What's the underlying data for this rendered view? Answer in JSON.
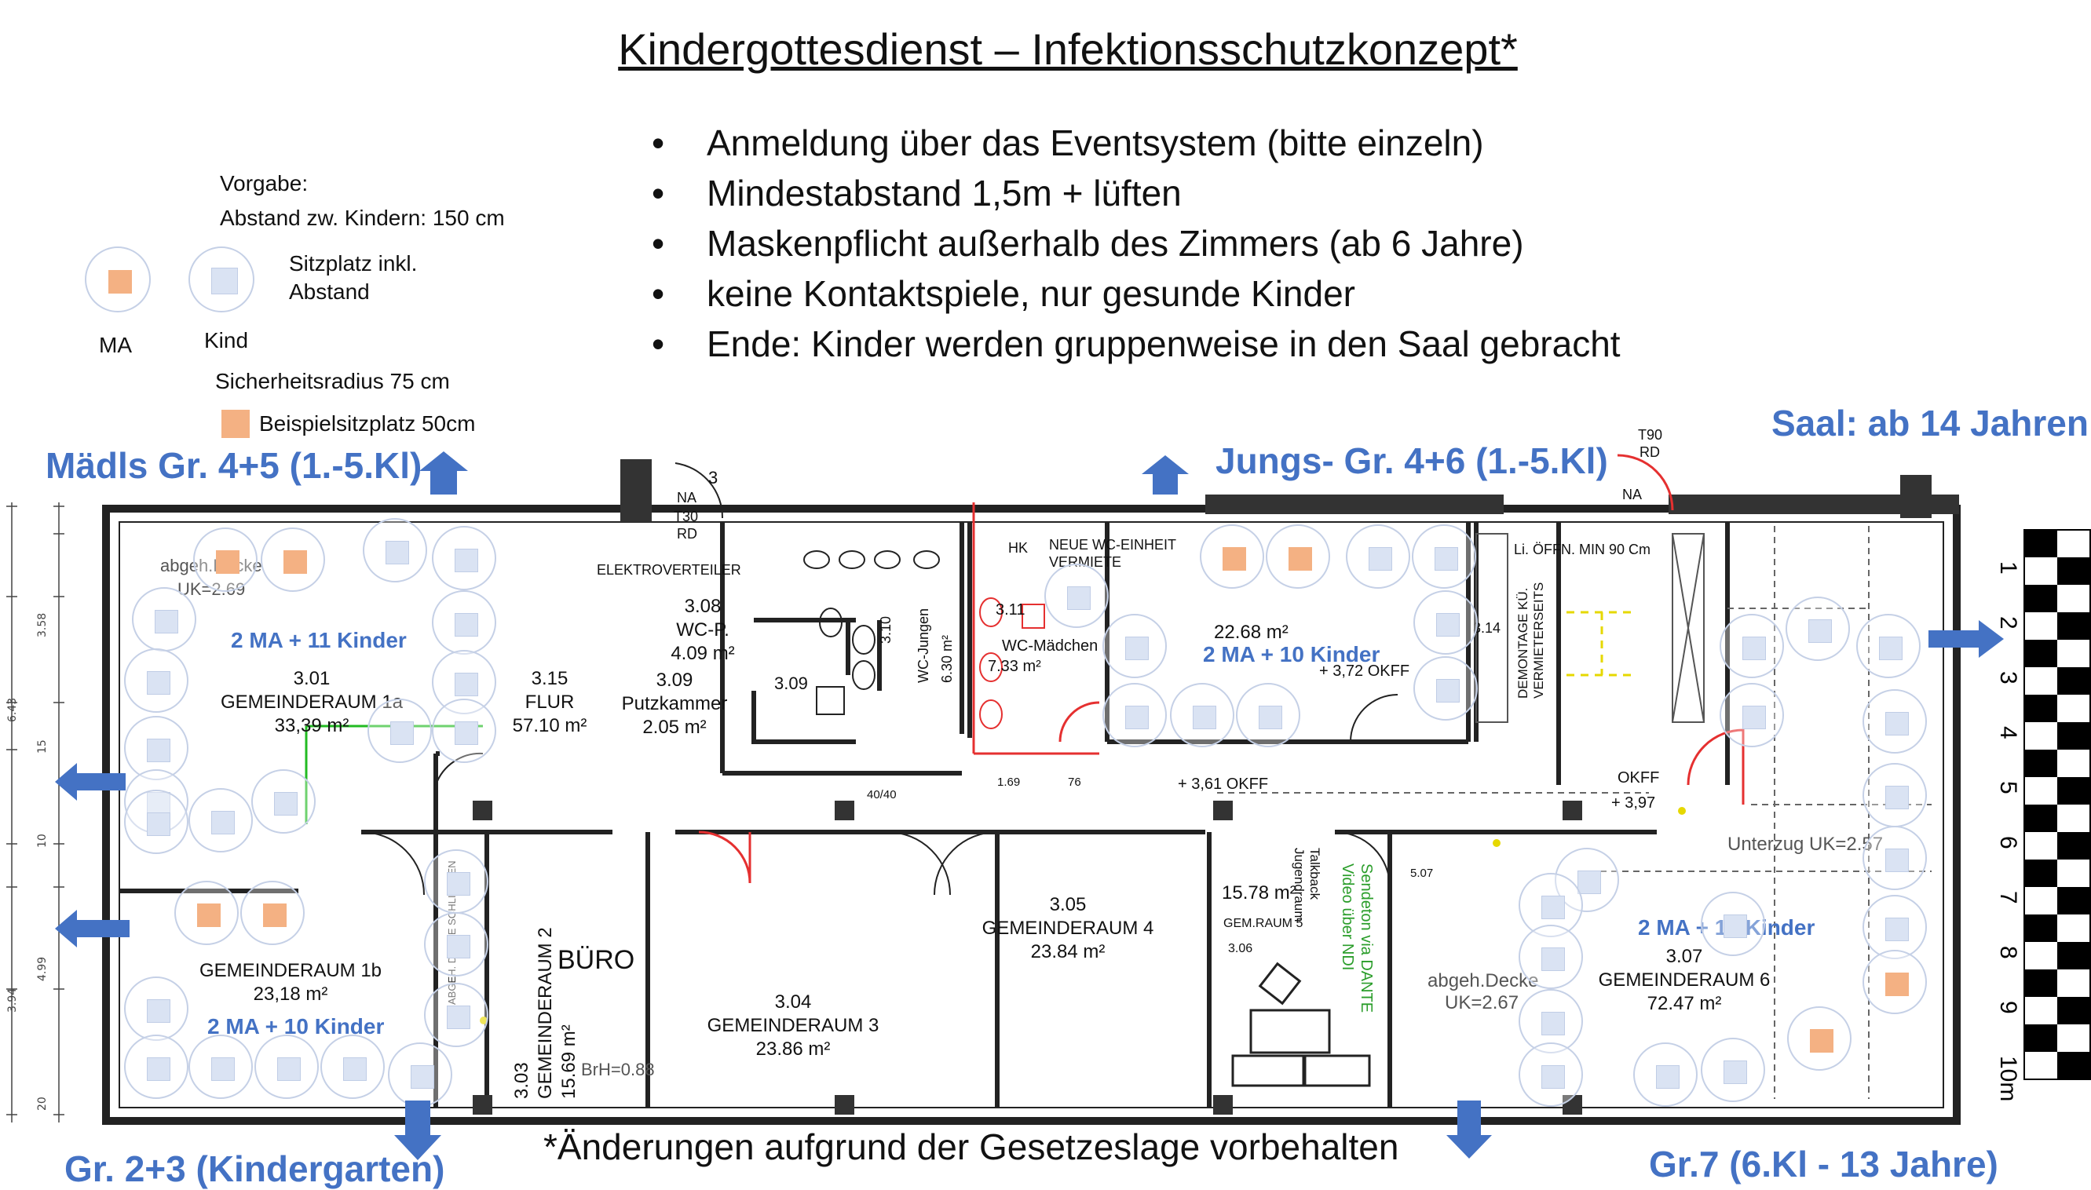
{
  "title": "Kindergottesdienst – Infektionsschutzkonzept*",
  "rules": [
    "Anmeldung über das Eventsystem (bitte einzeln)",
    "Mindestabstand 1,5m + lüften",
    "Maskenpflicht außerhalb des Zimmers (ab 6 Jahre)",
    "keine Kontaktspiele, nur gesunde Kinder",
    "Ende: Kinder werden gruppenweise in den Saal gebracht"
  ],
  "legend": {
    "vorgabe": "Vorgabe:",
    "abstand": "Abstand zw. Kindern: 150 cm",
    "sitzplatz1": "Sitzplatz inkl.",
    "sitzplatz2": "Abstand",
    "ma": "MA",
    "kind": "Kind",
    "radius": "Sicherheitsradius 75 cm",
    "beispiel": "Beispielsitzplatz 50cm",
    "ma_color": "#f4b183",
    "kind_color": "#dae3f3"
  },
  "groups": {
    "maedls": "Mädls Gr. 4+5 (1.-5.Kl)",
    "jungs": "Jungs- Gr. 4+6 (1.-5.Kl)",
    "saal": "Saal: ab 14 Jahren",
    "kindergarten": "Gr. 2+3 (Kindergarten)",
    "gr7": "Gr.7 (6.Kl - 13 Jahre)",
    "footnote": "*Änderungen aufgrund der Gesetzeslage vorbehalten",
    "accent": "#4472c4"
  },
  "rooms": {
    "r301_occ": "2 MA + 11 Kinder",
    "r301_no": "3.01",
    "r301_name": "GEMEINDERAUM 1a",
    "r301_area": "33,39 m²",
    "r301_ceiling1": "abgeh.Decke",
    "r301_ceiling2": "UK=2.69",
    "r301b_name": "GEMEINDERAUM 1b",
    "r301b_area": "23,18 m²",
    "r301b_occ": "2 MA + 10 Kinder",
    "r315_no": "3.15",
    "r315_name": "FLUR",
    "r315_area": "57.10 m²",
    "r308_no": "3.08",
    "r308_name": "WC-P.",
    "r308_area": "4.09 m²",
    "r309_no": "3.09",
    "r309_name": "Putzkammer",
    "r309_area": "2.05 m²",
    "r309b": "3.09",
    "r310": "3.10",
    "wc_jungen": "WC-Jungen",
    "wc_jungen_area": "6.30 m²",
    "r311": "3.11",
    "wc_maedchen": "WC-Mädchen",
    "wc_maedchen_area": "7.33 m²",
    "hk": "HK",
    "neue_wc": "NEUE WC-EINHEIT",
    "vermiet": "VERMIETE",
    "jungs_area": "22.68 m²",
    "jungs_occ": "2 MA + 10 Kinder",
    "jungs_okff": "+ 3,72 OKFF",
    "r314": "3.14",
    "li_oeffn": "Li. ÖFFN. MIN 90 Cm",
    "demontage": "DEMONTAGE KÜ. VERMIETERSEITS",
    "elektro": "ELEKTROVERTEILER",
    "na1": "NA",
    "t30": "T30",
    "rd1": "RD",
    "three": "3",
    "t90": "T90",
    "rd2": "RD",
    "na2": "NA",
    "okff1": "+ 3,61 OKFF",
    "okff2": "OKFF",
    "okff2v": "+ 3,97",
    "unterzug": "Unterzug UK=2.57",
    "buero": "BÜRO",
    "r303_no": "3.03",
    "r303_name": "GEMEINDERAUM 2",
    "r303_area": "15.69 m²",
    "brh": "BrH=0.88",
    "abgeh_bes": "ABGEH. DECKE SCHLIESSEN",
    "r304_no": "3.04",
    "r304_name": "GEMEINDERAUM 3",
    "r304_area": "23.86 m²",
    "r305_no": "3.05",
    "r305_name": "GEMEINDERAUM 4",
    "r305_area": "23.84 m²",
    "r306_area": "15.78 m²",
    "r306_name": "GEM.RAUM 5",
    "r306_no": "3.06",
    "talkback": "Talkback Jugendraum",
    "sendeton": "Sendeton via DANTE Video über NDI",
    "r307_occ": "2 MA + 15 Kinder",
    "r307_no": "3.07",
    "r307_name": "GEMEINDERAUM 6",
    "r307_area": "72.47 m²",
    "r307_ceiling1": "abgeh.Decke",
    "r307_ceiling2": "UK=2.67",
    "dim_4040": "40/40",
    "dim_169": "1.69",
    "dim_76": "76",
    "dim_507": "5.07"
  },
  "scale": [
    "1",
    "2",
    "3",
    "4",
    "5",
    "6",
    "7",
    "8",
    "9",
    "10m"
  ]
}
